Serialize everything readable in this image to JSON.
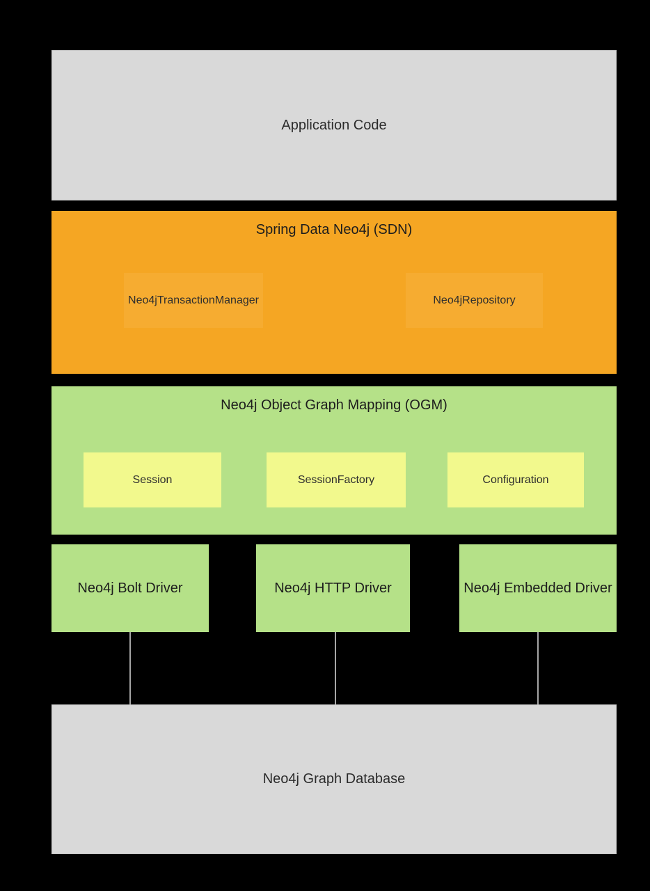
{
  "colors": {
    "background": "#000000",
    "gray_box": "#d9d9d9",
    "orange_layer": "#f5a623",
    "orange_inner": "#f6ac31",
    "green_layer": "#b5e188",
    "yellow_inner": "#f2f98d",
    "connector_line": "#a6a6a6",
    "text": "#212121"
  },
  "diagram": {
    "application_code": {
      "label": "Application Code"
    },
    "sdn": {
      "title": "Spring Data Neo4j (SDN)",
      "components": [
        {
          "label": "Neo4jTransactionManager"
        },
        {
          "label": "Neo4jRepository"
        }
      ]
    },
    "ogm": {
      "title": "Neo4j Object Graph Mapping (OGM)",
      "components": [
        {
          "label": "Session"
        },
        {
          "label": "SessionFactory"
        },
        {
          "label": "Configuration"
        }
      ]
    },
    "drivers": [
      {
        "label": "Neo4j Bolt Driver"
      },
      {
        "label": "Neo4j HTTP Driver"
      },
      {
        "label": "Neo4j Embedded Driver"
      }
    ],
    "database": {
      "label": "Neo4j Graph Database"
    }
  }
}
